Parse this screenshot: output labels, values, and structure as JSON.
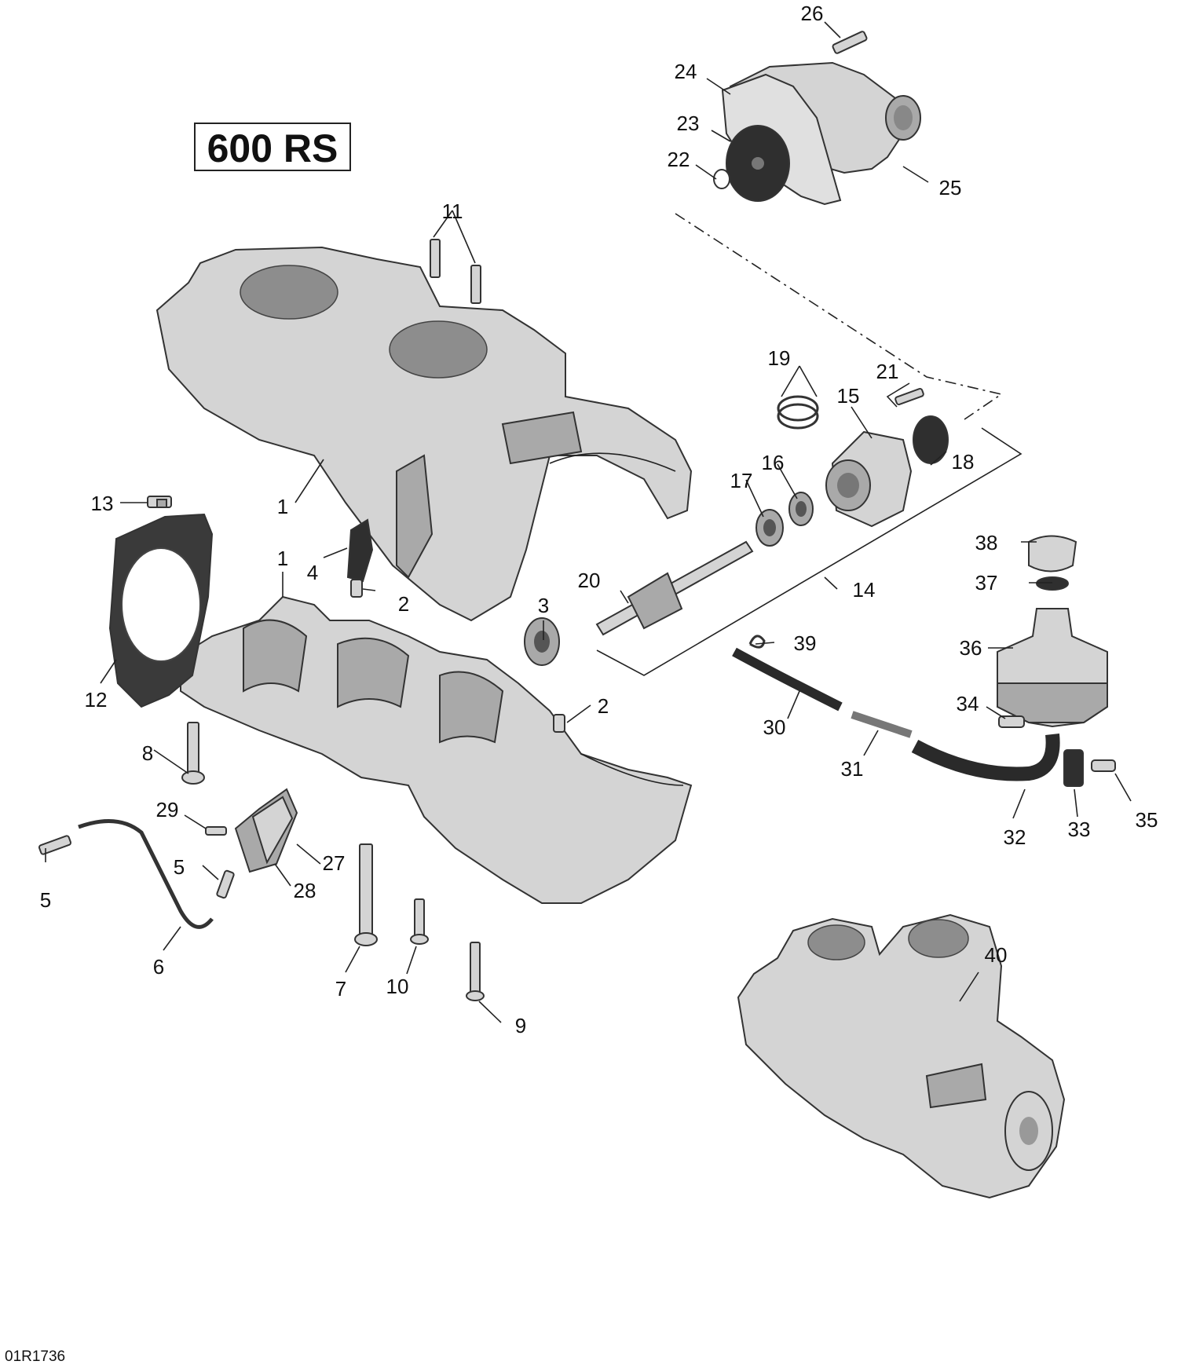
{
  "model_label": "600 RS",
  "diagram_code": "01R1736",
  "callouts": {
    "c1a": "1",
    "c1b": "1",
    "c2a": "2",
    "c2b": "2",
    "c3": "3",
    "c4": "4",
    "c5a": "5",
    "c5b": "5",
    "c6": "6",
    "c7": "7",
    "c8": "8",
    "c9": "9",
    "c10": "10",
    "c11": "11",
    "c12": "12",
    "c13": "13",
    "c14": "14",
    "c15": "15",
    "c16": "16",
    "c17": "17",
    "c18": "18",
    "c19": "19",
    "c20": "20",
    "c21": "21",
    "c22": "22",
    "c23": "23",
    "c24": "24",
    "c25": "25",
    "c26": "26",
    "c27": "27",
    "c28": "28",
    "c29": "29",
    "c30": "30",
    "c31": "31",
    "c32": "32",
    "c33": "33",
    "c34": "34",
    "c35": "35",
    "c36": "36",
    "c37": "37",
    "c38": "38",
    "c39": "39",
    "c40": "40"
  }
}
